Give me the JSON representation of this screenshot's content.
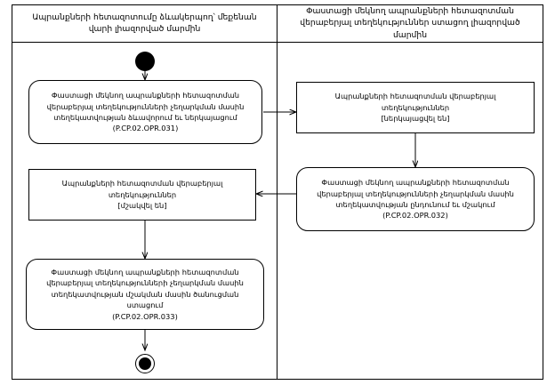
{
  "diagram": {
    "type": "uml-activity-swimlane",
    "lanes": [
      {
        "id": "lane-left",
        "title": "Ապրանքների հետազոտումը ձևակերպող՝ մեքենան վարի լիազորված մարմին"
      },
      {
        "id": "lane-right",
        "title": "Փաստացի մեկնող ապրանքների հետազոտման վերաբերյալ տեղեկություններ ստացող լիազորված մարմին"
      }
    ],
    "nodes": [
      {
        "id": "start-node",
        "kind": "initial",
        "lane": "lane-left"
      },
      {
        "id": "activity-opr-031",
        "kind": "activity",
        "shape": "rounded",
        "lane": "lane-left",
        "text": "Փաստացի մեկնող ապրանքների հետազոտման վերաբերյալ տեղեկությունների չեղարկման մասին տեղեկատվության ձևավորում եւ ներկայացում",
        "code": "(P.CP.02.OPR.031)"
      },
      {
        "id": "object-annulled",
        "kind": "object",
        "shape": "rect",
        "lane": "lane-left",
        "text": "Ապրանքների հետազոտման վերաբերյալ տեղեկություններ",
        "state": "[մշակվել են]"
      },
      {
        "id": "activity-opr-033",
        "kind": "activity",
        "shape": "rounded",
        "lane": "lane-left",
        "text": "Փաստացի մեկնող ապրանքների հետազոտման վերաբերյալ տեղեկությունների չեղարկման մասին տեղեկատվության մշակման մասին ծանուցման ստացում",
        "code": "(P.CP.02.OPR.033)"
      },
      {
        "id": "end-node",
        "kind": "final",
        "lane": "lane-left"
      },
      {
        "id": "object-presented",
        "kind": "object",
        "shape": "rect",
        "lane": "lane-right",
        "text": "Ապրանքների հետազոտման վերաբերյալ տեղեկություններ",
        "state": "[ներկայացվել են]"
      },
      {
        "id": "activity-opr-032",
        "kind": "activity",
        "shape": "rounded",
        "lane": "lane-right",
        "text": "Փաստացի մեկնող ապրանքների հետազոտման վերաբերյալ տեղեկությունների չեղարկման մասին տեղեկատվության ընդունում եւ մշակում",
        "code": "(P.CP.02.OPR.032)"
      }
    ],
    "edges": [
      {
        "from": "start-node",
        "to": "activity-opr-031",
        "direction": "down"
      },
      {
        "from": "activity-opr-031",
        "to": "object-presented",
        "direction": "right"
      },
      {
        "from": "object-presented",
        "to": "activity-opr-032",
        "direction": "down"
      },
      {
        "from": "activity-opr-032",
        "to": "object-annulled",
        "direction": "left"
      },
      {
        "from": "object-annulled",
        "to": "activity-opr-033",
        "direction": "down"
      },
      {
        "from": "activity-opr-033",
        "to": "end-node",
        "direction": "down"
      }
    ],
    "colors": {
      "stroke": "#000000",
      "fill": "#ffffff",
      "text": "#000000"
    }
  }
}
